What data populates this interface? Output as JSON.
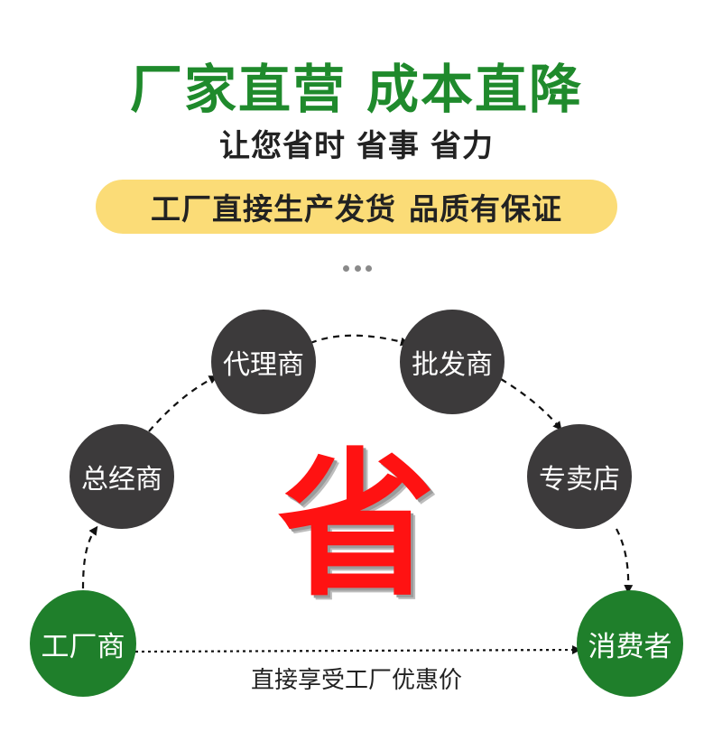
{
  "headline": {
    "part1": "厂家直营",
    "part2": "成本直降"
  },
  "subline": {
    "part1": "让您省时",
    "part2": "省事",
    "part3": "省力"
  },
  "banner": {
    "part1": "工厂直接生产发货",
    "part2": "品质有保证"
  },
  "flow": {
    "factory": "工厂商",
    "general_distributor": "总经商",
    "agent": "代理商",
    "wholesaler": "批发商",
    "retail_store": "专卖店",
    "consumer": "消费者"
  },
  "center_char": "省",
  "caption": "直接享受工厂优惠价",
  "colors": {
    "green_title": "#1f8a2c",
    "green_node": "#1f7f2b",
    "dark_node": "#3c3a3b",
    "banner": "#fbdc77",
    "save_char": "#ff1212"
  }
}
